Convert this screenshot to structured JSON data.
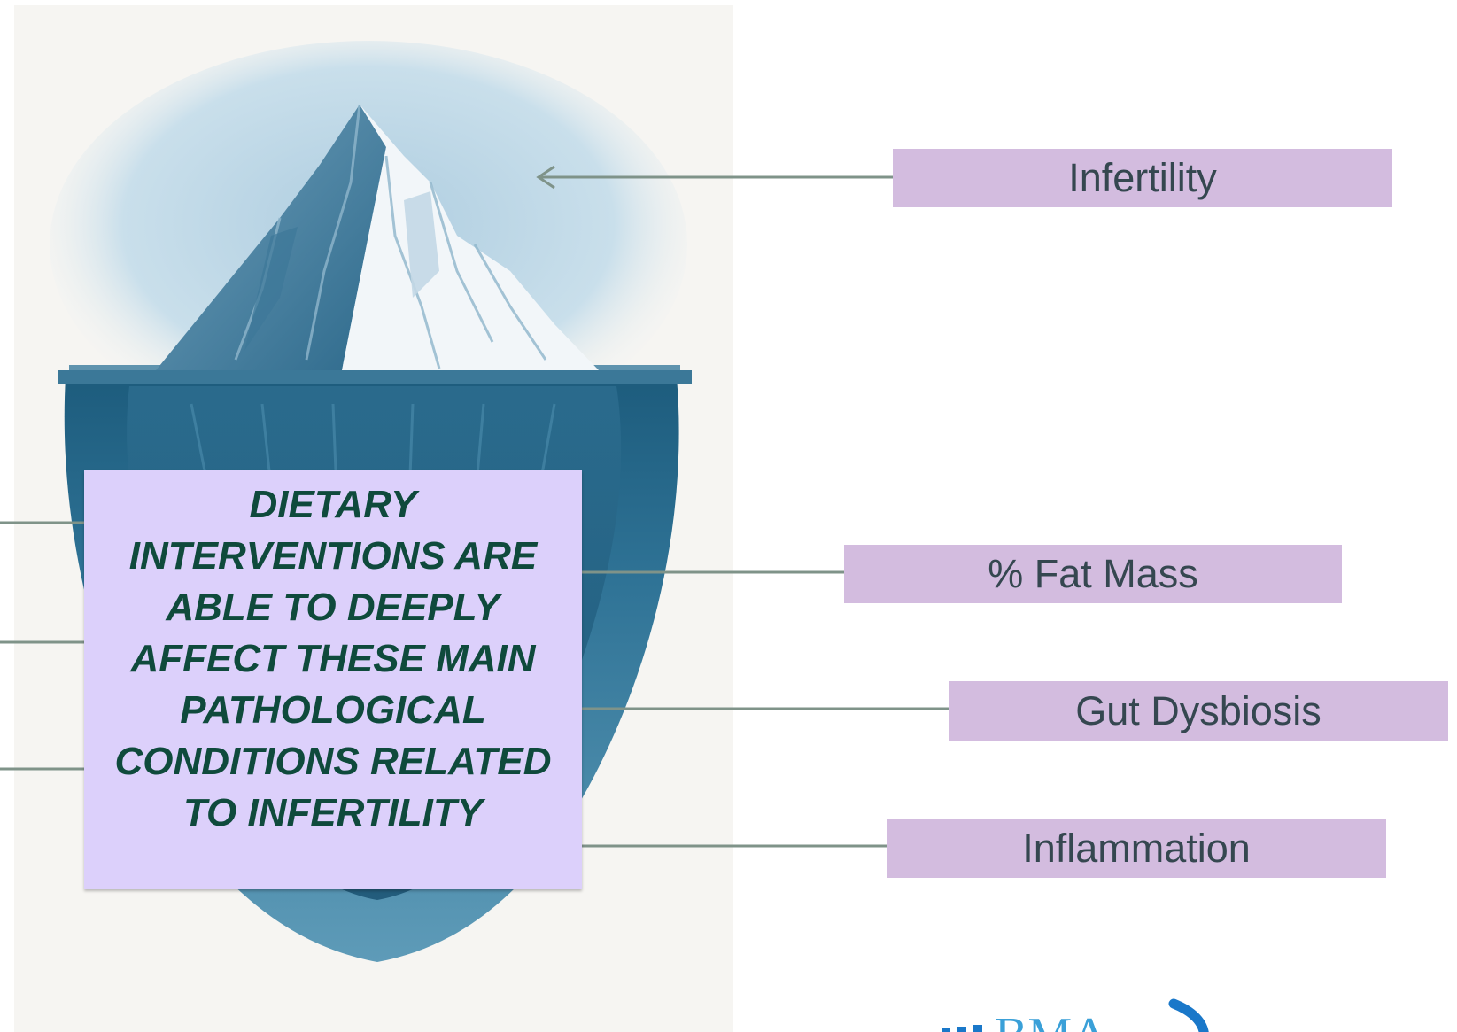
{
  "labels": {
    "infertility": "Infertility",
    "fat_mass": "% Fat Mass",
    "gut_dysbiosis": "Gut Dysbiosis",
    "inflammation": "Inflammation"
  },
  "callout": {
    "text": "DIETARY INTERVENTIONS ARE ABLE TO DEEPLY AFFECT THESE MAIN PATHOLOGICAL CONDITIONS RELATED TO INFERTILITY"
  },
  "logo": {
    "text": "BMA"
  },
  "colors": {
    "label_fill": "#d3bcdf",
    "label_text": "#354750",
    "callout_fill": "#dcd0fb",
    "callout_text": "#0f4a3c",
    "connector": "#7f9389",
    "water_deep": "#1f5f80",
    "water_mid": "#3f86a8",
    "ice_light": "#e9f1f6",
    "sky": "#bcd6e6",
    "logo": "#1a78c9"
  }
}
